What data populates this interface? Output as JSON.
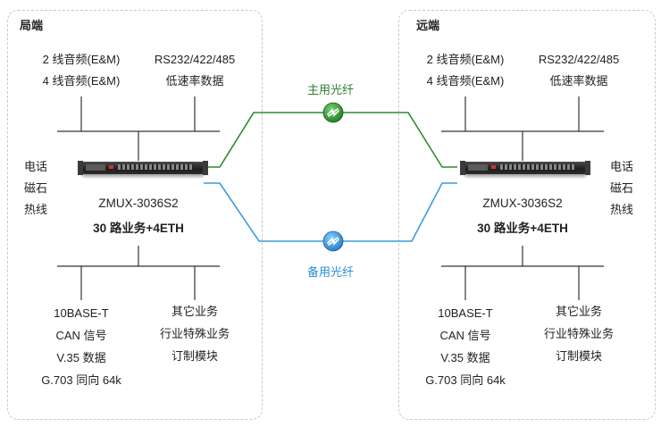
{
  "left": {
    "title": "局端",
    "top_left": [
      "2 线音频(E&M)",
      "4 线音频(E&M)"
    ],
    "top_right": [
      "RS232/422/485",
      "低速率数据"
    ],
    "side": [
      "电话",
      "磁石",
      "热线"
    ],
    "model": "ZMUX-3036S2",
    "capacity": "30 路业务+4ETH",
    "bottom_left": [
      "10BASE-T",
      "CAN 信号",
      "V.35 数据",
      "G.703 同向 64k"
    ],
    "bottom_right": [
      "其它业务",
      "行业特殊业务",
      "订制模块"
    ]
  },
  "right": {
    "title": "远端",
    "top_left": [
      "2 线音频(E&M)",
      "4 线音频(E&M)"
    ],
    "top_right": [
      "RS232/422/485",
      "低速率数据"
    ],
    "side": [
      "电话",
      "磁石",
      "热线"
    ],
    "model": "ZMUX-3036S2",
    "capacity": "30 路业务+4ETH",
    "bottom_left": [
      "10BASE-T",
      "CAN 信号",
      "V.35 数据",
      "G.703 同向 64k"
    ],
    "bottom_right": [
      "其它业务",
      "行业特殊业务",
      "订制模块"
    ]
  },
  "fiber": {
    "main_label": "主用光纤",
    "backup_label": "备用光纤",
    "main_color": "#2e8b2e",
    "backup_color": "#3a9be0"
  },
  "icons": {
    "main_fiber": "fiber-connector-icon",
    "backup_fiber": "fiber-connector-icon",
    "device": "multiplexer-device-icon"
  }
}
